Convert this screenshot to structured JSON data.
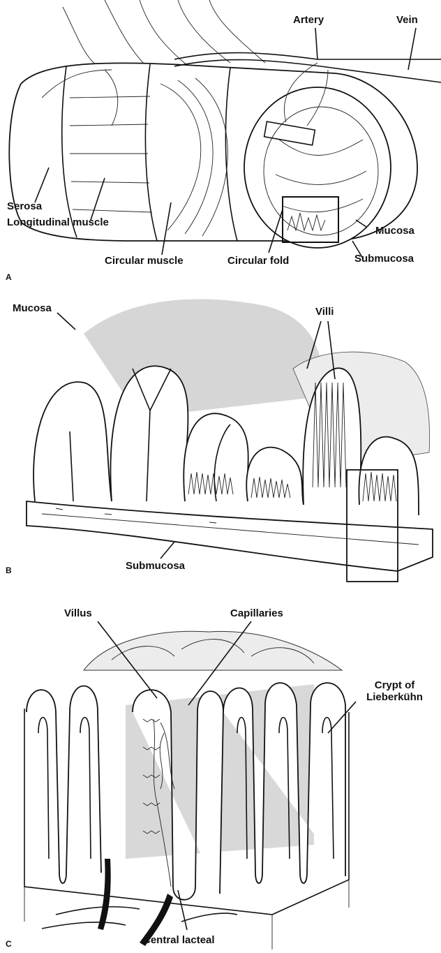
{
  "panel_a": {
    "letter": "A",
    "labels": {
      "artery": "Artery",
      "vein": "Vein",
      "serosa": "Serosa",
      "longitudinal_muscle": "Longitudinal muscle",
      "circular_muscle": "Circular muscle",
      "circular_fold": "Circular fold",
      "mucosa": "Mucosa",
      "submucosa": "Submucosa"
    }
  },
  "panel_b": {
    "letter": "B",
    "labels": {
      "mucosa": "Mucosa",
      "villi": "Villi",
      "submucosa": "Submucosa"
    }
  },
  "panel_c": {
    "letter": "C",
    "labels": {
      "villus": "Villus",
      "capillaries": "Capillaries",
      "crypt": "Crypt of Lieberkühn",
      "central_lacteal": "Central lacteal"
    }
  }
}
